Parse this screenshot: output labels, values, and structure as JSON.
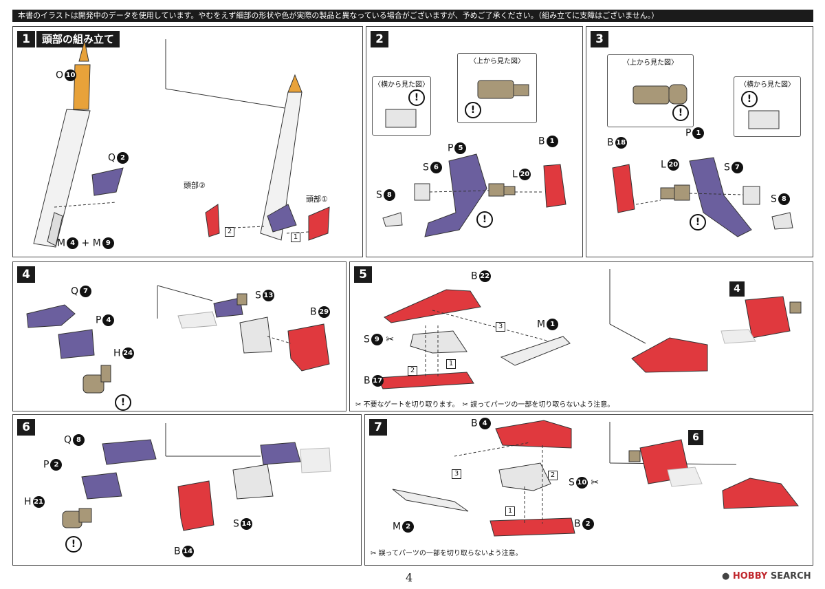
{
  "notice": "本書のイラストは開発中のデータを使用しています。やむをえず細部の形状や色が実際の製品と異なっている場合がございますが、予めご了承ください。（組み立てに支障はございません。）",
  "step1": {
    "no": "1",
    "title": "頭部の組み立て",
    "labels": {
      "o": "O",
      "o_num": "10",
      "q": "Q",
      "q_num": "2",
      "m1": "M",
      "m1_num": "4",
      "plus": "+ M",
      "m2_num": "9",
      "head2": "頭部②",
      "head1": "頭部①",
      "s2": "2",
      "s1": "1"
    }
  },
  "step2": {
    "no": "2",
    "side_view": "〈横から見た図〉",
    "top_view": "〈上から見た図〉",
    "labels": {
      "p": "P",
      "p_num": "5",
      "s6": "S",
      "s6_num": "6",
      "s8": "S",
      "s8_num": "8",
      "l": "L",
      "l_num": "20",
      "b": "B",
      "b_num": "1"
    }
  },
  "step3": {
    "no": "3",
    "top_view": "〈上から見た図〉",
    "side_view": "〈横から見た図〉",
    "labels": {
      "b": "B",
      "b_num": "18",
      "l": "L",
      "l_num": "20",
      "p": "P",
      "p_num": "1",
      "s7": "S",
      "s7_num": "7",
      "s8": "S",
      "s8_num": "8"
    }
  },
  "step4": {
    "no": "4",
    "labels": {
      "q": "Q",
      "q_num": "7",
      "p": "P",
      "p_num": "4",
      "h": "H",
      "h_num": "24",
      "s": "S",
      "s_num": "13",
      "b": "B",
      "b_num": "29"
    }
  },
  "step5": {
    "no": "5",
    "labels": {
      "b22": "B",
      "b22_num": "22",
      "s9": "S",
      "s9_num": "9",
      "m1": "M",
      "m1_num": "1",
      "b17": "B",
      "b17_num": "17",
      "n1": "1",
      "n2": "2",
      "n3": "3",
      "sub": "4"
    },
    "note1": "不要なゲートを切り取ります。",
    "note2": "誤ってパーツの一部を切り取らないよう注意。"
  },
  "step6": {
    "no": "6",
    "labels": {
      "q": "Q",
      "q_num": "8",
      "p": "P",
      "p_num": "2",
      "h": "H",
      "h_num": "21",
      "s": "S",
      "s_num": "14",
      "b": "B",
      "b_num": "14"
    }
  },
  "step7": {
    "no": "7",
    "labels": {
      "b4": "B",
      "b4_num": "4",
      "s10": "S",
      "s10_num": "10",
      "m2": "M",
      "m2_num": "2",
      "b2": "B",
      "b2_num": "2",
      "n1": "1",
      "n2": "2",
      "n3": "3",
      "sub": "6"
    },
    "note": "誤ってパーツの一部を切り取らないよう注意。"
  },
  "footer": {
    "page": "4",
    "brand1": "HOBBY",
    "brand2": "SEARCH"
  },
  "colors": {
    "purple": "#6b5f9e",
    "red": "#e0393e",
    "tan": "#a89878",
    "orange": "#e8a23a",
    "gray": "#d9d9d9"
  }
}
